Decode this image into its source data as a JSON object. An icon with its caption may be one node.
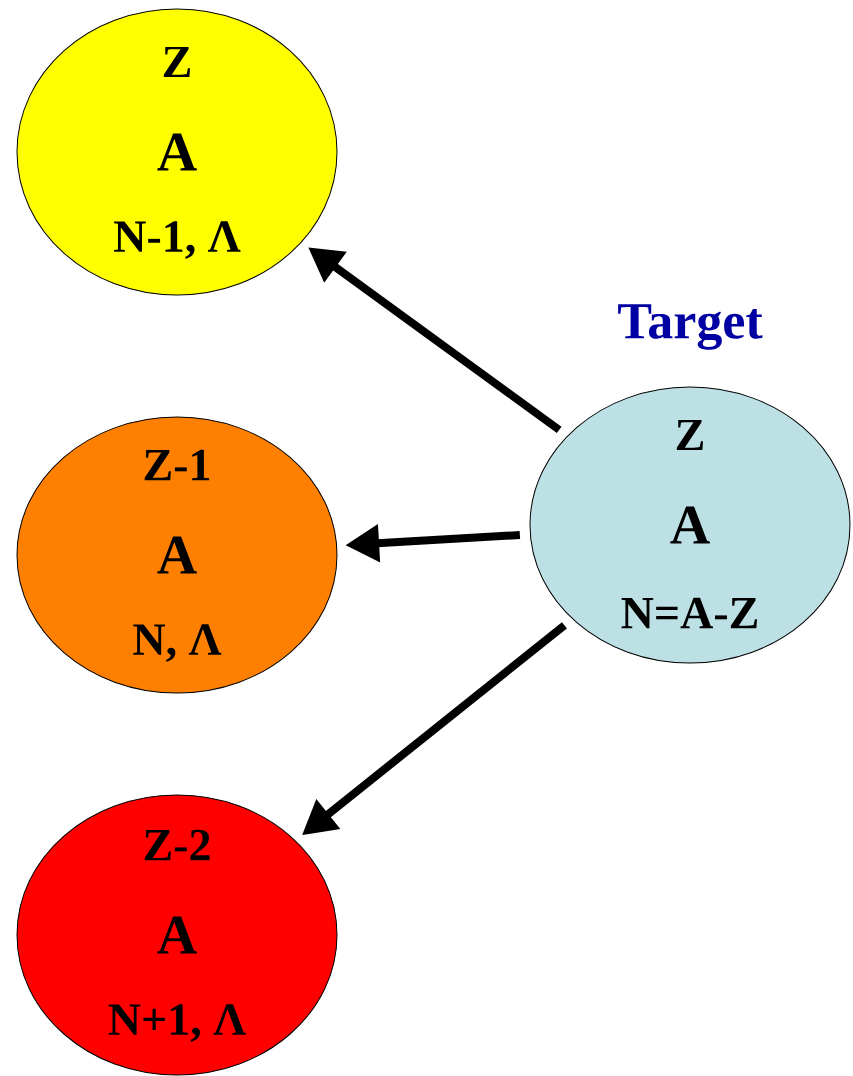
{
  "diagram": {
    "nodes": [
      {
        "text": [
          "Z",
          "A",
          "N-1, Λ"
        ]
      },
      {
        "text": [
          "Target",
          "Z",
          "A",
          "N=A-Z"
        ]
      },
      {
        "text": [
          "Z-1",
          "A",
          "N, Λ"
        ]
      },
      {
        "text": [
          "Z-2",
          "A",
          "N+1, Λ"
        ]
      }
    ],
    "edges": [
      {
        "from": 1,
        "to": 0,
        "arrow": "to"
      },
      {
        "from": 1,
        "to": 2,
        "arrow": "to"
      },
      {
        "from": 1,
        "to": 3,
        "arrow": "to"
      }
    ]
  }
}
